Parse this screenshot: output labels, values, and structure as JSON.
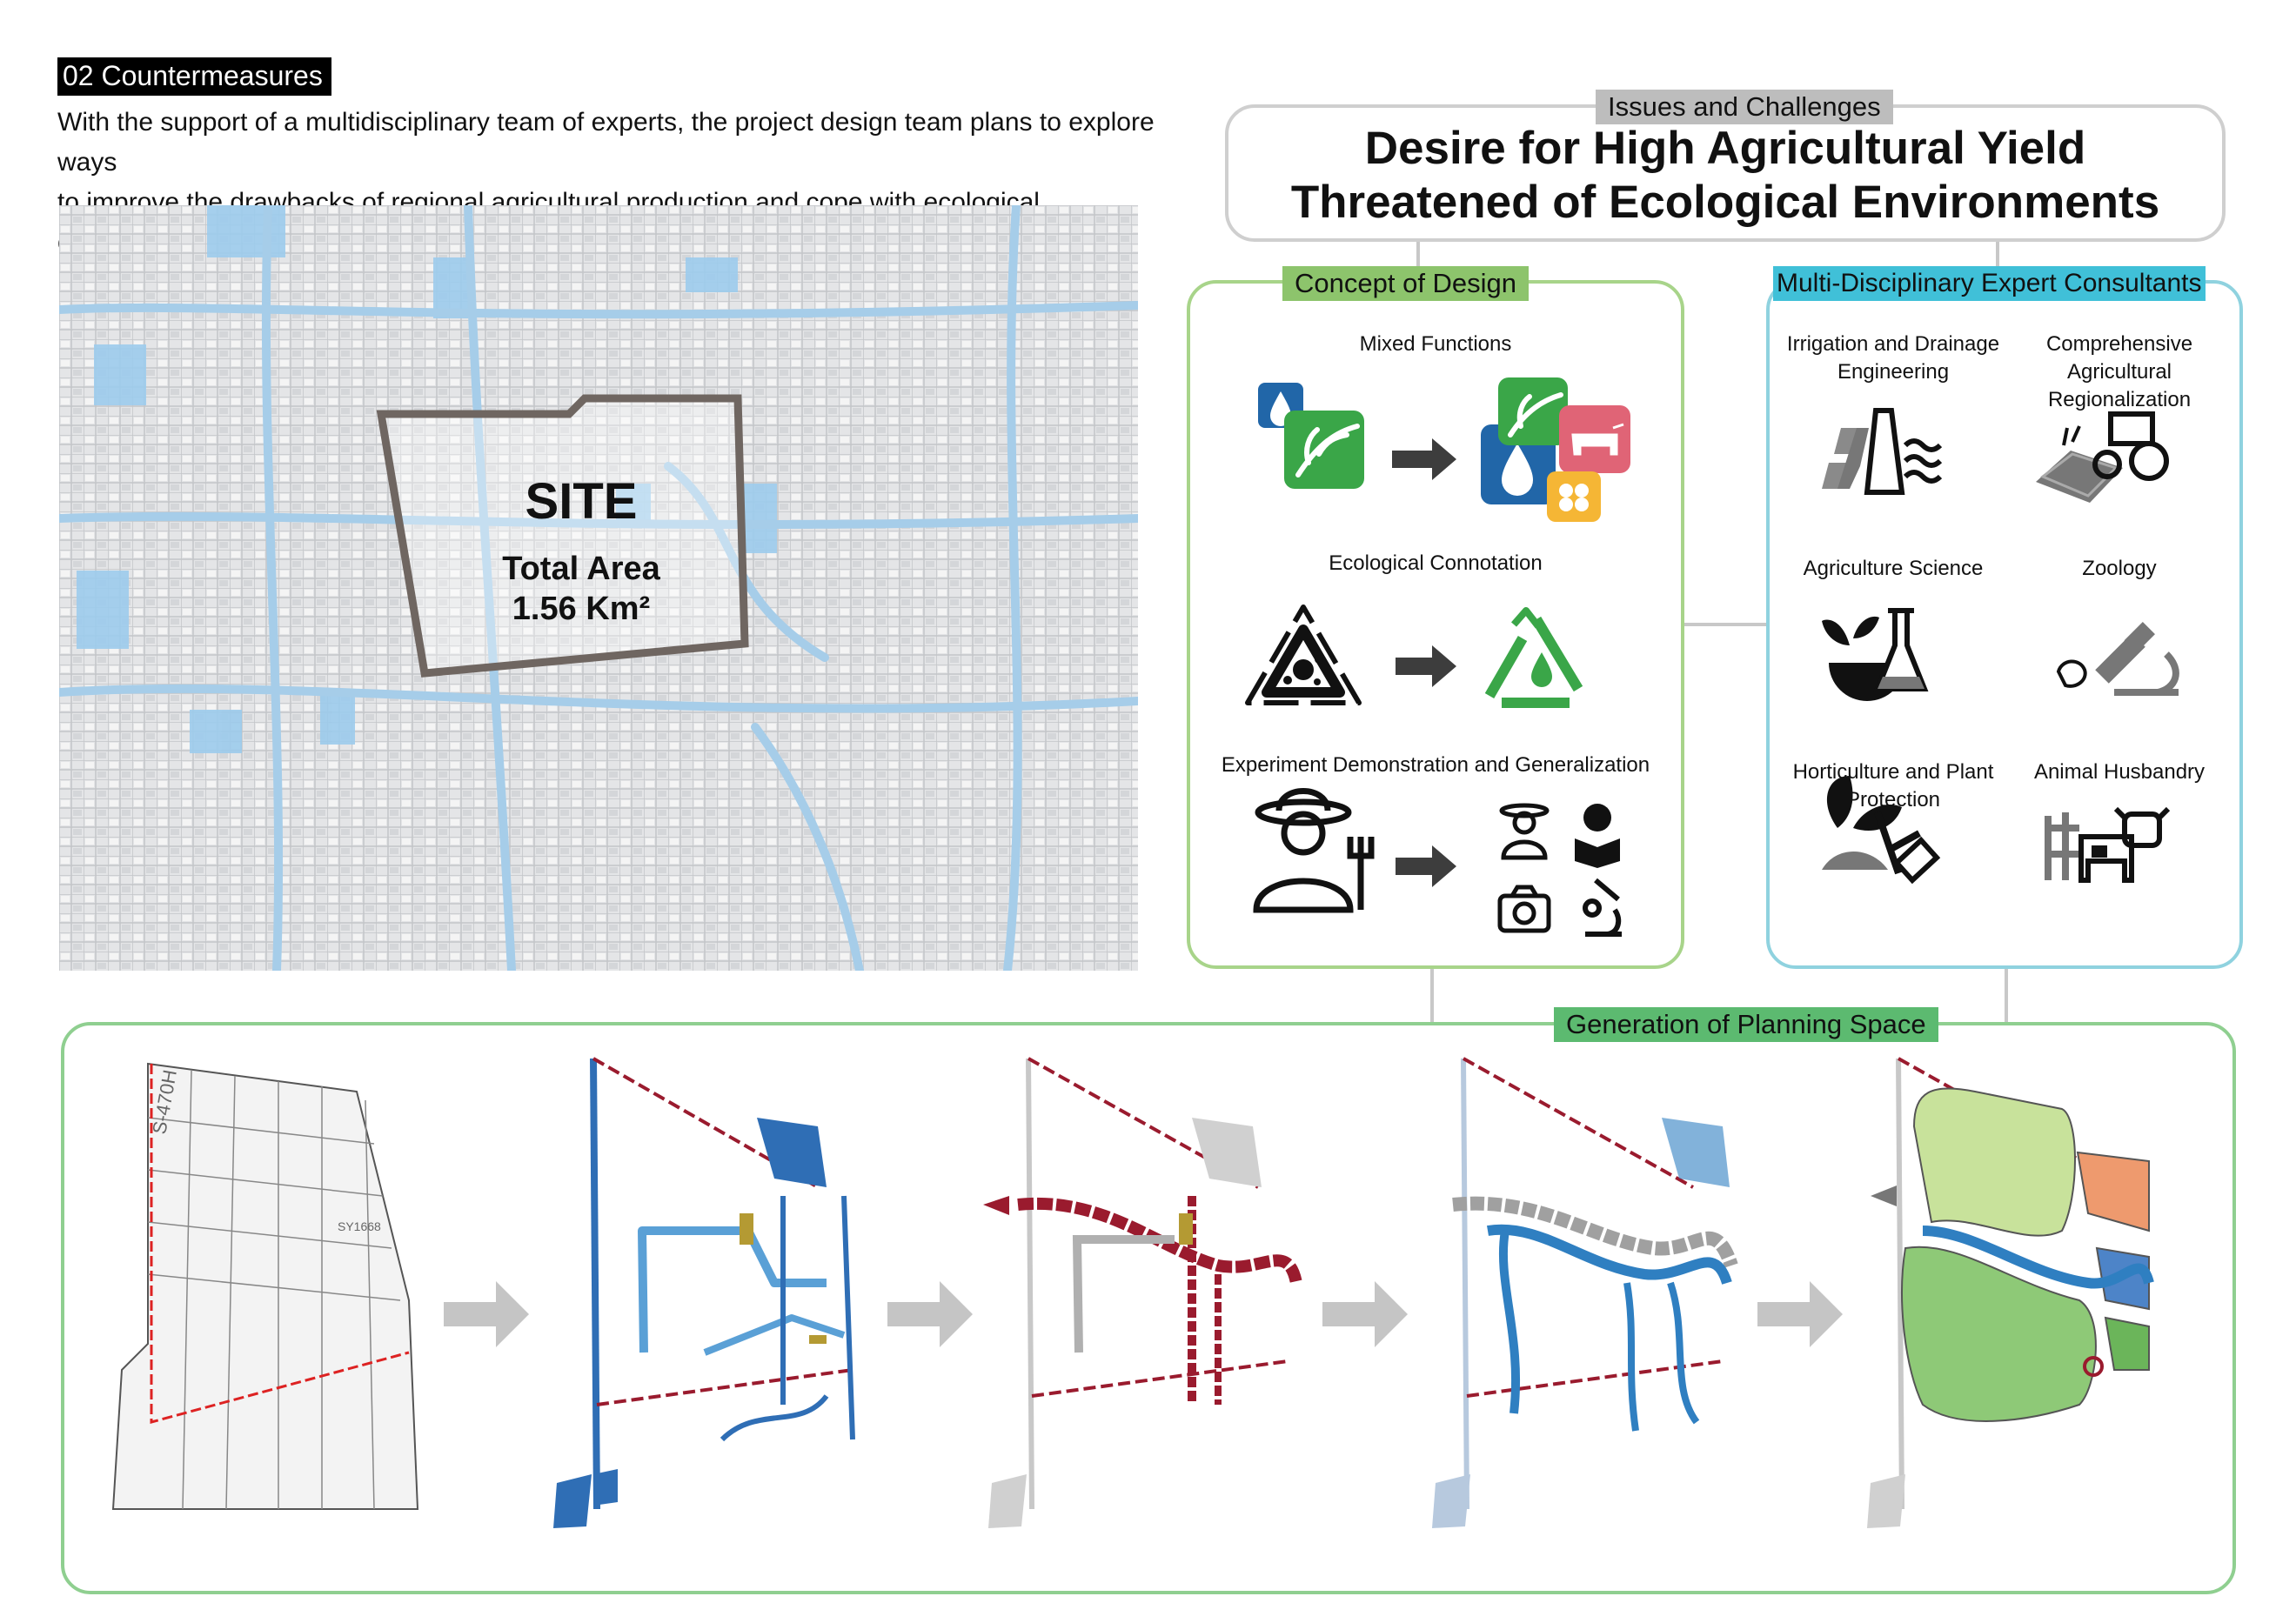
{
  "section": {
    "heading": "02 Countermeasures",
    "intro_line1": "With the support of a multidisciplinary team of experts, the project design team plans to explore ways",
    "intro_line2": "to improve the drawbacks of regional agricultural production and cope with ecological challenges."
  },
  "site_map": {
    "site_label": "SITE",
    "area_label": "Total Area",
    "area_value": "1.56 Km²"
  },
  "issues": {
    "tag": "Issues and Challenges",
    "title_line1": "Desire for High Agricultural Yield",
    "title_line2": "Threatened of Ecological Environments"
  },
  "concept": {
    "tag": "Concept of Design",
    "items": [
      {
        "label": "Mixed Functions"
      },
      {
        "label": "Ecological Connotation"
      },
      {
        "label": "Experiment Demonstration and Generalization"
      }
    ]
  },
  "experts": {
    "tag": "Multi-Disciplinary Expert Consultants",
    "items": [
      {
        "line1": "Irrigation and Drainage",
        "line2": "Engineering"
      },
      {
        "line1": "Comprehensive",
        "line2": "Agricultural Regionalization"
      },
      {
        "line1": "Agriculture Science",
        "line2": ""
      },
      {
        "line1": "Zoology",
        "line2": ""
      },
      {
        "line1": "Horticulture and Plant",
        "line2": "Protection"
      },
      {
        "line1": "Animal Husbandry",
        "line2": ""
      }
    ]
  },
  "planning": {
    "tag": "Generation of Planning Space",
    "map_texts": [
      "S-470H",
      "SY1668"
    ]
  },
  "colors": {
    "concept_green": "#8dc46c",
    "expert_blue": "#40c0d8",
    "planning_green": "#5cba70",
    "issues_gray": "#bdbdbd",
    "water_blue": "#2f7fc1",
    "road_red": "#9a1b2e"
  }
}
